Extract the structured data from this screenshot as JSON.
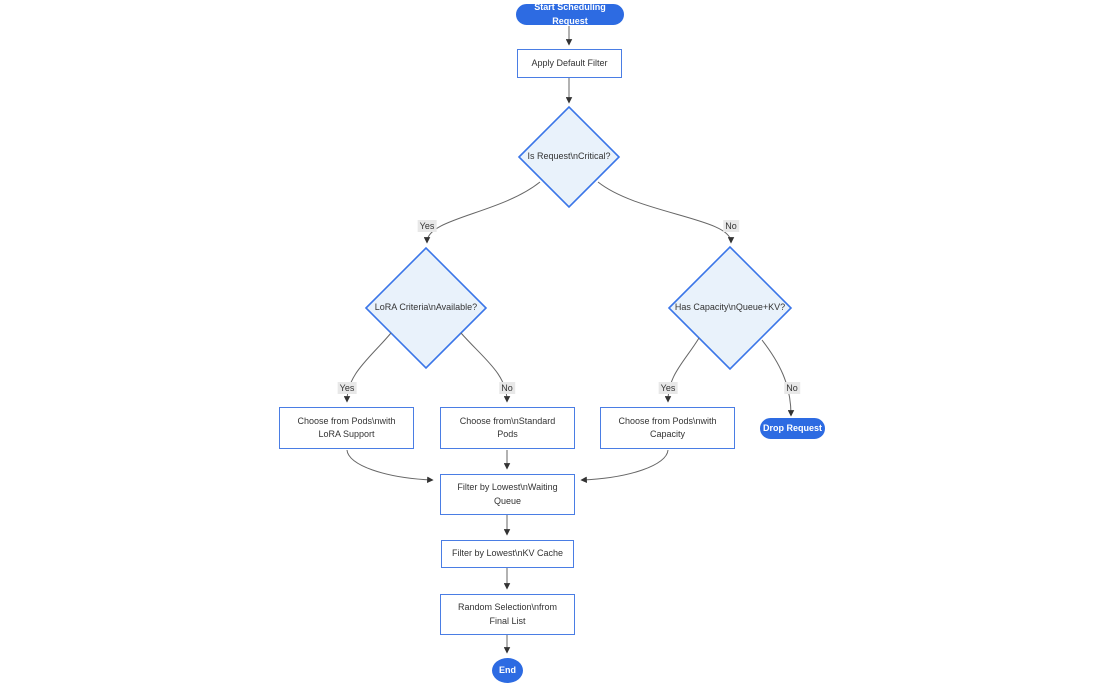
{
  "diagram": {
    "type": "flowchart",
    "colors": {
      "terminal_fill": "#2d6be2",
      "terminal_text": "#ffffff",
      "process_fill": "#ffffff",
      "process_border": "#4a7de4",
      "decision_fill": "#e9f2fb",
      "decision_border": "#3b76e8",
      "edge_stroke": "#666666",
      "arrowhead": "#333333",
      "edge_label_bg": "#e8e8e8",
      "text": "#333333"
    },
    "nodes": {
      "start": {
        "shape": "stadium",
        "label": "Start Scheduling Request"
      },
      "apply_filter": {
        "shape": "rect",
        "label": "Apply Default Filter"
      },
      "is_critical": {
        "shape": "diamond",
        "label": "Is Request\\nCritical?"
      },
      "lora_criteria": {
        "shape": "diamond",
        "label": "LoRA Criteria\\nAvailable?"
      },
      "has_capacity": {
        "shape": "diamond",
        "label": "Has Capacity\\nQueue+KV?"
      },
      "choose_lora": {
        "shape": "rect",
        "label": [
          "Choose from Pods\\nwith",
          "LoRA Support"
        ]
      },
      "choose_standard": {
        "shape": "rect",
        "label": [
          "Choose from\\nStandard",
          "Pods"
        ]
      },
      "choose_capacity": {
        "shape": "rect",
        "label": [
          "Choose from Pods\\nwith",
          "Capacity"
        ]
      },
      "drop_request": {
        "shape": "stadium",
        "label": "Drop Request"
      },
      "filter_queue": {
        "shape": "rect",
        "label": [
          "Filter by Lowest\\nWaiting",
          "Queue"
        ]
      },
      "filter_kv": {
        "shape": "rect",
        "label": "Filter by Lowest\\nKV Cache"
      },
      "random_selection": {
        "shape": "rect",
        "label": [
          "Random Selection\\nfrom",
          "Final List"
        ]
      },
      "end": {
        "shape": "stadium",
        "label": "End"
      }
    },
    "edges": [
      {
        "from": "start",
        "to": "apply_filter",
        "label": ""
      },
      {
        "from": "apply_filter",
        "to": "is_critical",
        "label": ""
      },
      {
        "from": "is_critical",
        "to": "lora_criteria",
        "label": "Yes"
      },
      {
        "from": "is_critical",
        "to": "has_capacity",
        "label": "No"
      },
      {
        "from": "lora_criteria",
        "to": "choose_lora",
        "label": "Yes"
      },
      {
        "from": "lora_criteria",
        "to": "choose_standard",
        "label": "No"
      },
      {
        "from": "has_capacity",
        "to": "choose_capacity",
        "label": "Yes"
      },
      {
        "from": "has_capacity",
        "to": "drop_request",
        "label": "No"
      },
      {
        "from": "choose_lora",
        "to": "filter_queue",
        "label": ""
      },
      {
        "from": "choose_standard",
        "to": "filter_queue",
        "label": ""
      },
      {
        "from": "choose_capacity",
        "to": "filter_queue",
        "label": ""
      },
      {
        "from": "filter_queue",
        "to": "filter_kv",
        "label": ""
      },
      {
        "from": "filter_kv",
        "to": "random_selection",
        "label": ""
      },
      {
        "from": "random_selection",
        "to": "end",
        "label": ""
      }
    ]
  }
}
